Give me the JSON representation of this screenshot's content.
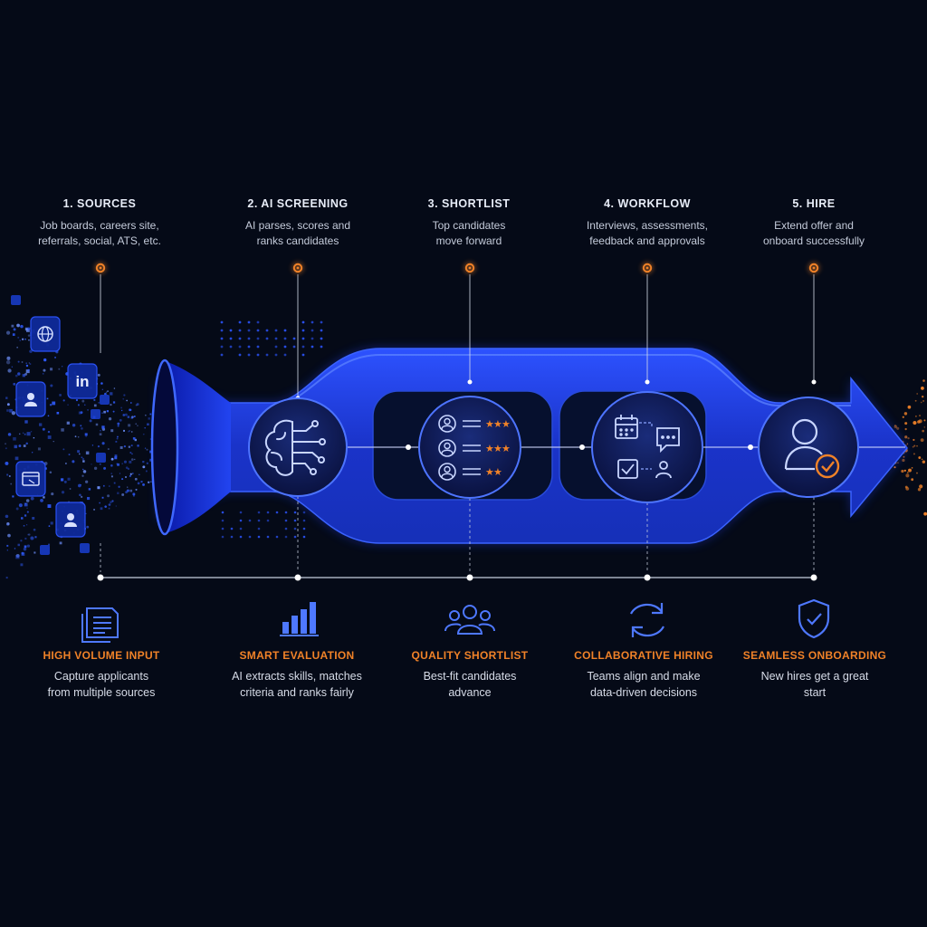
{
  "stages": [
    {
      "id": "sources",
      "title": "1. SOURCES",
      "desc": "Job boards, careers site,\nreferrals, social, ATS, etc."
    },
    {
      "id": "ai-screening",
      "title": "2. AI SCREENING",
      "desc": "AI parses, scores and\nranks candidates"
    },
    {
      "id": "shortlist",
      "title": "3. SHORTLIST",
      "desc": "Top candidates\nmove forward"
    },
    {
      "id": "workflow",
      "title": "4. WORKFLOW",
      "desc": "Interviews, assessments,\nfeedback and approvals"
    },
    {
      "id": "hire",
      "title": "5. HIRE",
      "desc": "Extend offer and\nonboard successfully"
    }
  ],
  "benefits": [
    {
      "id": "high-volume-input",
      "icon": "document-stack-icon",
      "title": "HIGH VOLUME INPUT",
      "desc": "Capture applicants\nfrom multiple sources"
    },
    {
      "id": "smart-evaluation",
      "icon": "bar-chart-icon",
      "title": "SMART EVALUATION",
      "desc": "AI extracts skills, matches\ncriteria and ranks fairly"
    },
    {
      "id": "quality-shortlist",
      "icon": "user-group-icon",
      "title": "QUALITY SHORTLIST",
      "desc": "Best-fit candidates\nadvance"
    },
    {
      "id": "collaborative-hiring",
      "icon": "refresh-cycle-icon",
      "title": "COLLABORATIVE HIRING",
      "desc": "Teams align and make\ndata-driven decisions"
    },
    {
      "id": "seamless-onboarding",
      "icon": "shield-check-icon",
      "title": "SEAMLESS ONBOARDING",
      "desc": "New hires get a great\nstart"
    }
  ],
  "source_icons": [
    "globe-icon",
    "linkedin-icon",
    "user-profile-icon",
    "browser-window-icon",
    "user-profile-icon"
  ],
  "linkedin_text": "in",
  "colors": {
    "background": "#050a17",
    "pipe_blue": "#1e3ee8",
    "accent_orange": "#f08228",
    "icon_blue": "#4e78ff",
    "text_light": "#e8edf8"
  }
}
